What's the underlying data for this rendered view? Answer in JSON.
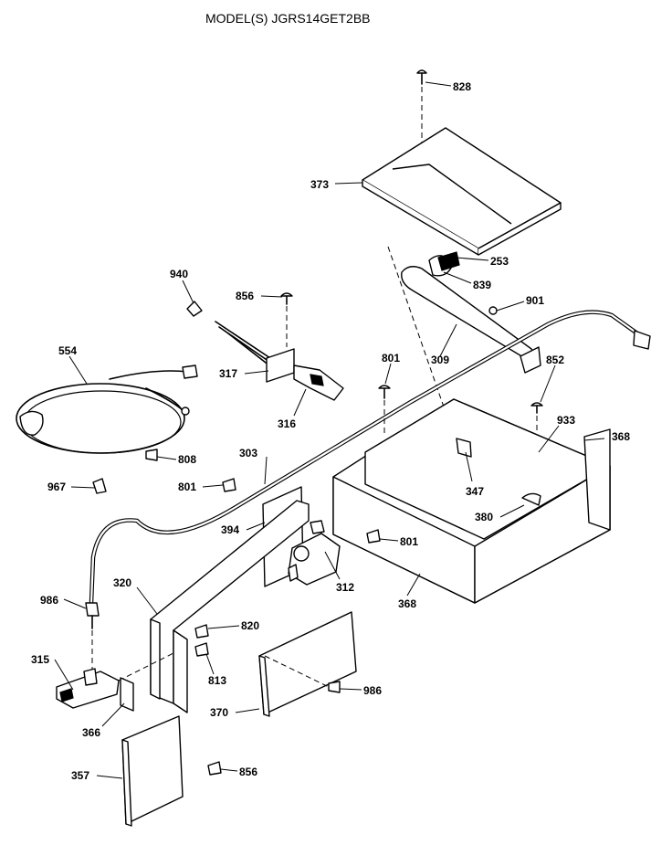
{
  "title": "MODEL(S) JGRS14GET2BB",
  "parts": {
    "p828": "828",
    "p373": "373",
    "p253": "253",
    "p839": "839",
    "p901": "901",
    "p309": "309",
    "p940": "940",
    "p856a": "856",
    "p554": "554",
    "p317": "317",
    "p316": "316",
    "p801a": "801",
    "p852": "852",
    "p933": "933",
    "p368a": "368",
    "p808": "808",
    "p303": "303",
    "p967": "967",
    "p801b": "801",
    "p347": "347",
    "p380": "380",
    "p394": "394",
    "p801c": "801",
    "p312": "312",
    "p320": "320",
    "p368b": "368",
    "p986a": "986",
    "p820": "820",
    "p315": "315",
    "p813": "813",
    "p986b": "986",
    "p370": "370",
    "p366": "366",
    "p357": "357",
    "p856b": "856"
  }
}
